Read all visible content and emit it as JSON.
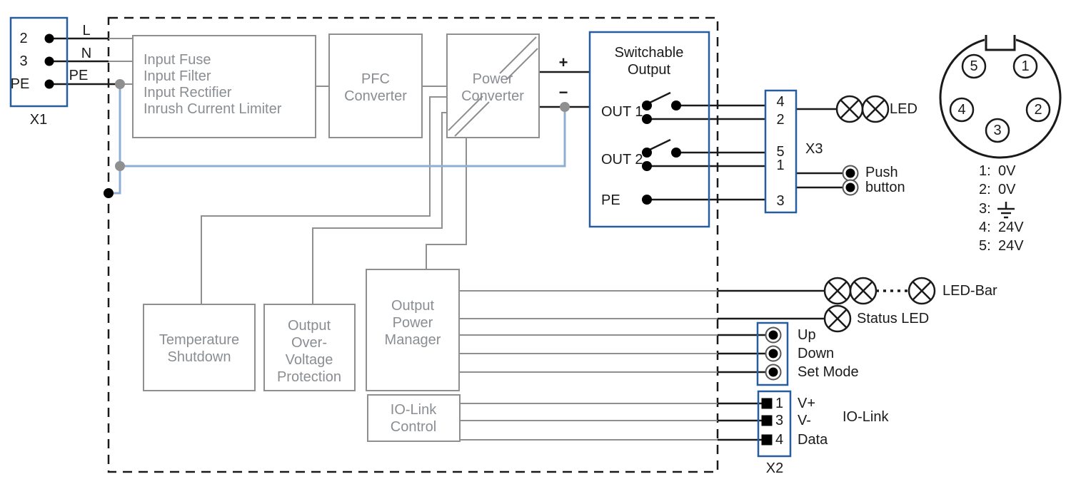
{
  "colors": {
    "block_border": "#8f8f8f",
    "block_text": "#8a8e92",
    "wire_gray": "#8f8f8f",
    "wire_black": "#1a1a1a",
    "wire_blue": "#8fafd2",
    "box_blue": "#275d9e"
  },
  "x1": {
    "label": "X1",
    "pin_2": "2",
    "pin_3": "3",
    "pin_pe": "PE",
    "wire_l": "L",
    "wire_n": "N",
    "wire_pe": "PE"
  },
  "blocks": {
    "input_stage": {
      "line1": "Input Fuse",
      "line2": "Input Filter",
      "line3": "Input Rectifier",
      "line4": "Inrush Current Limiter"
    },
    "pfc": {
      "line1": "PFC",
      "line2": "Converter"
    },
    "power_converter": {
      "line1": "Power",
      "line2": "Converter"
    },
    "temperature_shutdown": {
      "line1": "Temperature",
      "line2": "Shutdown"
    },
    "ovp": {
      "line1": "Output",
      "line2": "Over-",
      "line3": "Voltage",
      "line4": "Protection"
    },
    "opm": {
      "line1": "Output",
      "line2": "Power",
      "line3": "Manager"
    },
    "iolink_control": {
      "line1": "IO-Link",
      "line2": "Control"
    }
  },
  "switchable_output": {
    "title1": "Switchable",
    "title2": "Output",
    "plus": "+",
    "minus": "−",
    "out1": "OUT 1",
    "out2": "OUT 2",
    "pe": "PE"
  },
  "x3": {
    "label": "X3",
    "pins": [
      "4",
      "2",
      "5",
      "1",
      "3"
    ]
  },
  "panel": {
    "led": "LED",
    "push1": "Push",
    "push2": "button",
    "led_bar": "LED-Bar",
    "status_led": "Status LED",
    "btn_up": "Up",
    "btn_down": "Down",
    "btn_set": "Set Mode"
  },
  "x2": {
    "label": "X2",
    "pin1": "1",
    "pin3": "3",
    "pin4": "4",
    "sig1": "V+",
    "sig3": "V-",
    "sig4": "Data",
    "bus": "IO-Link"
  },
  "m12": {
    "pin1": "1",
    "pin2": "2",
    "pin3": "3",
    "pin4": "4",
    "pin5": "5",
    "legend": {
      "r1_pin": "1:",
      "r1_val": "0V",
      "r2_pin": "2:",
      "r2_val": "0V",
      "r3_pin": "3:",
      "r4_pin": "4:",
      "r4_val": "24V",
      "r5_pin": "5:",
      "r5_val": "24V"
    }
  }
}
